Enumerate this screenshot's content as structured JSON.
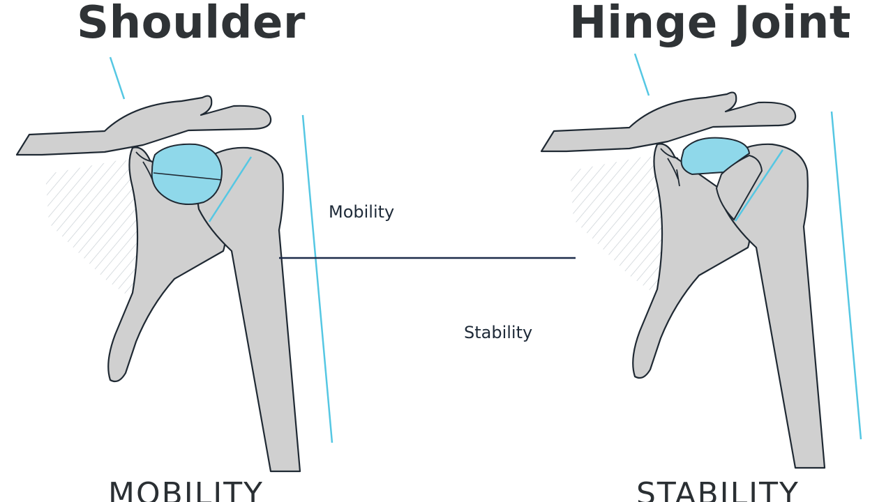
{
  "titles": {
    "left": "Shoulder",
    "right": "Hinge Joint"
  },
  "labels": {
    "mobility": "Mobility",
    "stability": "Stability",
    "bottom_left": "MOBILITY",
    "bottom_right": "STABILITY"
  },
  "colors": {
    "bone": "#d0d0d0",
    "outline": "#1f2933",
    "joint": "#8fd8ea",
    "accent_line": "#55c7e3",
    "divider": "#1c2b4a",
    "hatch": "#c8ced3"
  }
}
